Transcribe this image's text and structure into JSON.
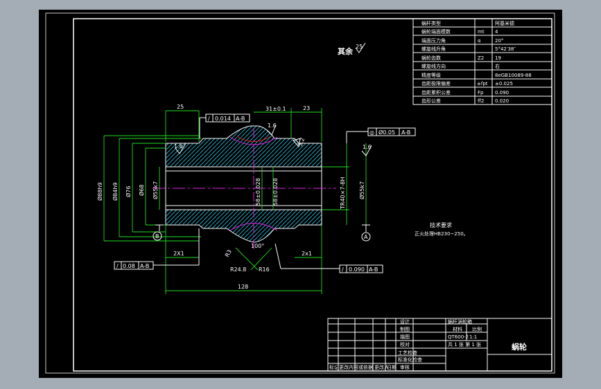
{
  "spec_table": {
    "rows": [
      {
        "name": "蜗杆类型",
        "symbol": "",
        "value": "阿基米德"
      },
      {
        "name": "蜗轮端面模数",
        "symbol": "mt",
        "value": "4"
      },
      {
        "name": "端面压力角",
        "symbol": "α",
        "value": "20°"
      },
      {
        "name": "螺旋线升角",
        "symbol": "",
        "value": "5°42′38″"
      },
      {
        "name": "蜗轮齿数",
        "symbol": "Z2",
        "value": "19"
      },
      {
        "name": "螺旋线方向",
        "symbol": "",
        "value": "右"
      },
      {
        "name": "精度等级",
        "symbol": "",
        "value": "8eGB10089-88"
      },
      {
        "name": "齿距极限偏差",
        "symbol": "±fpt",
        "value": "±0.025"
      },
      {
        "name": "齿距累积公差",
        "symbol": "Fp",
        "value": "0.090"
      },
      {
        "name": "齿形公差",
        "symbol": "ff2",
        "value": "0.020"
      }
    ]
  },
  "surface_note": {
    "label": "其余",
    "roughness": "25"
  },
  "dimensions": {
    "d25": "25",
    "d31": "31±0.1",
    "d23": "23",
    "d128": "128",
    "d2x1_left": "2X1",
    "d2x1_right": "2x1",
    "dia88": "Ø88h9",
    "dia84": "Ø84h9",
    "dia76": "Ø76",
    "dia68": "Ø68",
    "dia55_left": "Ø55k7",
    "dia55_right": "Ø55k7",
    "d58": "58±0.028",
    "spline": "TR40×7-8H",
    "r3": "R3",
    "r248": "R24.8",
    "r16": "R16",
    "ang100": "100°",
    "ra16_a": "1.6",
    "ra16_b": "1.6",
    "ra16_c": "1.6",
    "ra32": "3.2"
  },
  "tolerance_frames": [
    {
      "symbol": "/",
      "value": "0.014",
      "datum": "A-B"
    },
    {
      "symbol": "◎",
      "value": "Ø0.05",
      "datum": "A-B"
    },
    {
      "symbol": "/",
      "value": "0.08",
      "datum": "A-B"
    },
    {
      "symbol": "/",
      "value": "0.090",
      "datum": "A-B"
    }
  ],
  "datums": {
    "a": "A",
    "b": "B"
  },
  "tech_req": {
    "title": "技术要求",
    "line1": "正火处理HB230~250。"
  },
  "title_block": {
    "part_name": "蜗轮",
    "material_label": "材料",
    "scale_label": "比例",
    "material": "QT600-2",
    "scale": "1:1",
    "sheets": "共 1 张  第 1 张",
    "drawing_label": "蜗杆涡轮箱",
    "roles": [
      "设计",
      "制图",
      "描图",
      "校对",
      "工艺检查",
      "标准化检查",
      "审核"
    ],
    "revision_headers": [
      "标记",
      "更改内容或依据",
      "更改人",
      "日期"
    ]
  }
}
